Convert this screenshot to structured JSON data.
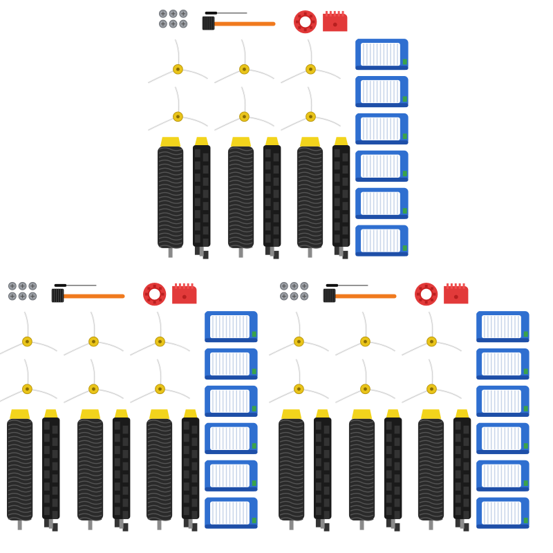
{
  "image": {
    "background": "#ffffff",
    "kits": [
      {
        "id": "kit-top"
      },
      {
        "id": "kit-bottom-left"
      },
      {
        "id": "kit-bottom-right"
      }
    ]
  },
  "colors": {
    "filter_blue": "#2f6fd0",
    "filter_dark": "#1e4fa8",
    "filter_pleat": "#ffffff",
    "filter_tab": "#3aa24a",
    "brush_yellow": "#f2d41c",
    "bristle_dark": "#2a2a2a",
    "bristle_light": "#555555",
    "beater_black": "#1a1a1a",
    "side_arm": "#f3f3f3",
    "side_hub": "#e9c41a",
    "tool_orange": "#f07a1e",
    "tool_red": "#e23a3a",
    "screw_grey": "#9a9ea4"
  },
  "icons": {
    "screws": "screw-icon",
    "screwdriver": "screwdriver-icon",
    "cleaning_brush": "cleaning-brush-icon",
    "cleaning_tool_ring": "cleaning-tool-ring-icon",
    "cleaning_tool_comb": "cleaning-tool-comb-icon",
    "side_brush": "side-brush-icon",
    "bristle_brush": "bristle-roller-icon",
    "beater_brush": "flexible-beater-icon",
    "filter": "hepa-filter-icon"
  },
  "kit_contents": {
    "screws": 6,
    "screwdrivers": 1,
    "cleaning_brushes": 1,
    "cleaning_tools": 2,
    "side_brushes": 6,
    "bristle_brushes": 3,
    "beater_brushes": 3,
    "filters": 6
  }
}
